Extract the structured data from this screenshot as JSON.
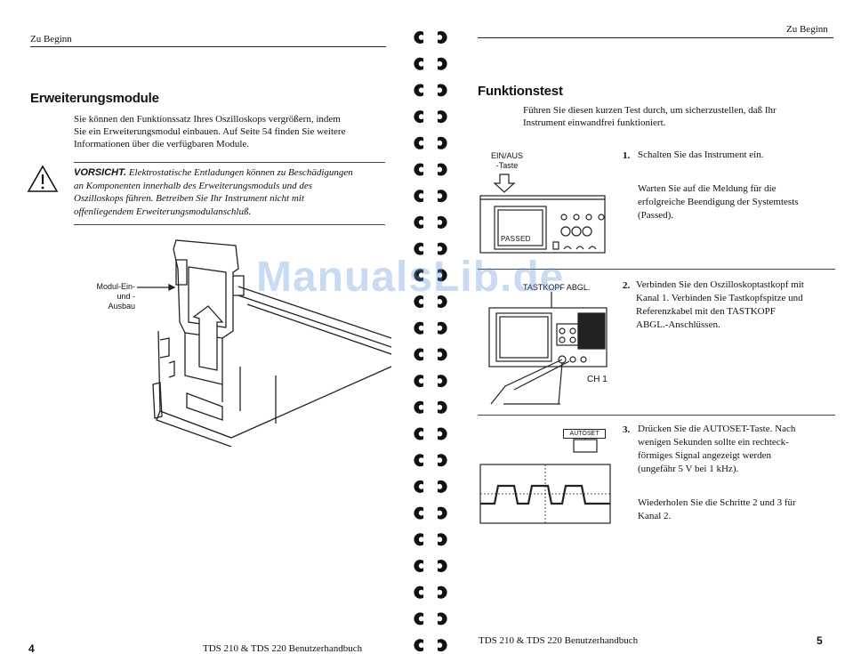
{
  "left_page": {
    "header": "Zu Beginn",
    "section_title": "Erweiterungsmodule",
    "intro_lines": [
      "Sie können den Funktionssatz Ihres Oszilloskops vergrößern, indem",
      "Sie ein Erweiterungsmodul einbauen. Auf Seite 54 finden Sie weitere",
      "Informationen über die verfügbaren Module."
    ],
    "caution_label": "VORSICHT.",
    "caution_lines": [
      " Elektrostatische Entladungen können zu Beschädigungen",
      "an Komponenten innerhalb des Erweiterungsmoduls und des",
      "Oszilloskops führen. Betreiben Sie Ihr Instrument nicht mit",
      "offenliegendem Erweiterungsmodulanschluß."
    ],
    "figure_label_line1": "Modul-Ein-",
    "figure_label_line2": "und -Ausbau",
    "page_number": "4",
    "footer": "TDS 210 & TDS 220 Benutzerhandbuch"
  },
  "right_page": {
    "header": "Zu Beginn",
    "section_title": "Funktionstest",
    "intro_lines": [
      "Führen Sie diesen kurzen Test durch, um sicherzustellen, daß Ihr",
      "Instrument einwandfrei funktioniert."
    ],
    "fig1_label_line1": "EIN/AUS",
    "fig1_label_line2": "-Taste",
    "fig1_screen_text": "PASSED",
    "fig2_label": "TASTKOPF ABGL.",
    "fig2_ch_label": "CH 1",
    "fig3_button": "AUTOSET",
    "steps": [
      {
        "num": "1.",
        "lines": [
          "Schalten Sie das Instrument ein."
        ],
        "extra_lines": [
          "Warten Sie auf die Meldung für die",
          "erfolgreiche Beendigung der Systemtests",
          "(Passed)."
        ]
      },
      {
        "num": "2.",
        "lines": [
          "Verbinden Sie den Oszilloskoptastkopf mit",
          "Kanal 1. Verbinden Sie Tastkopfspitze und",
          "Referenzkabel mit den TASTKOPF",
          "ABGL.-Anschlüssen."
        ],
        "extra_lines": []
      },
      {
        "num": "3.",
        "lines": [
          "Drücken Sie die AUTOSET-Taste. Nach",
          "wenigen Sekunden sollte ein rechteck-",
          "förmiges Signal angezeigt werden",
          "(ungefähr 5 V bei 1 kHz)."
        ],
        "extra_lines": [
          "Wiederholen Sie die Schritte 2 und 3 für",
          "Kanal 2."
        ]
      }
    ],
    "page_number": "5",
    "footer": "TDS 210 & TDS 220 Benutzerhandbuch"
  },
  "watermark": "ManualsLib.de"
}
